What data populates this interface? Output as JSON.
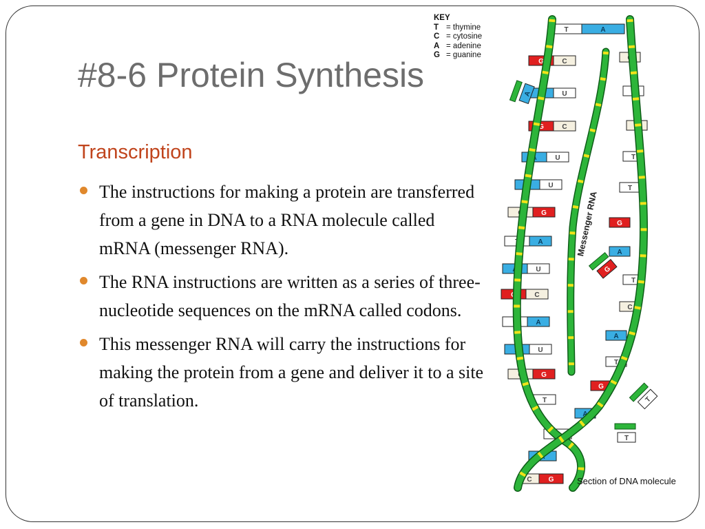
{
  "slide": {
    "title": "#8-6 Protein Synthesis",
    "subtitle": "Transcription",
    "bullets": [
      "The instructions for making a protein are transferred from a gene in DNA to a RNA molecule called mRNA (messenger RNA).",
      "The RNA instructions are written as a series of three-nucleotide sequences on the mRNA called codons.",
      "This messenger RNA will carry the instructions for making the protein from a gene and deliver it to a site of translation."
    ]
  },
  "figure": {
    "key": {
      "heading": "KEY",
      "entries": [
        {
          "letter": "T",
          "name": "thymine"
        },
        {
          "letter": "C",
          "name": "cytosine"
        },
        {
          "letter": "A",
          "name": "adenine"
        },
        {
          "letter": "G",
          "name": "guanine"
        }
      ]
    },
    "mrna_label": "Messenger RNA",
    "caption": "Section of DNA molecule",
    "colors": {
      "backbone": "#2db53a",
      "backbone_outline": "#0d5c17",
      "phosphate": "#f2e318",
      "adenine": "#3aaee3",
      "guanine": "#e02020",
      "cytosine": "#f5f0e0",
      "thymine": "#ffffff",
      "uracil": "#ffffff",
      "accent_bullet": "#e0882c",
      "subtitle": "#c0441c",
      "title": "#6d6d6d"
    }
  }
}
